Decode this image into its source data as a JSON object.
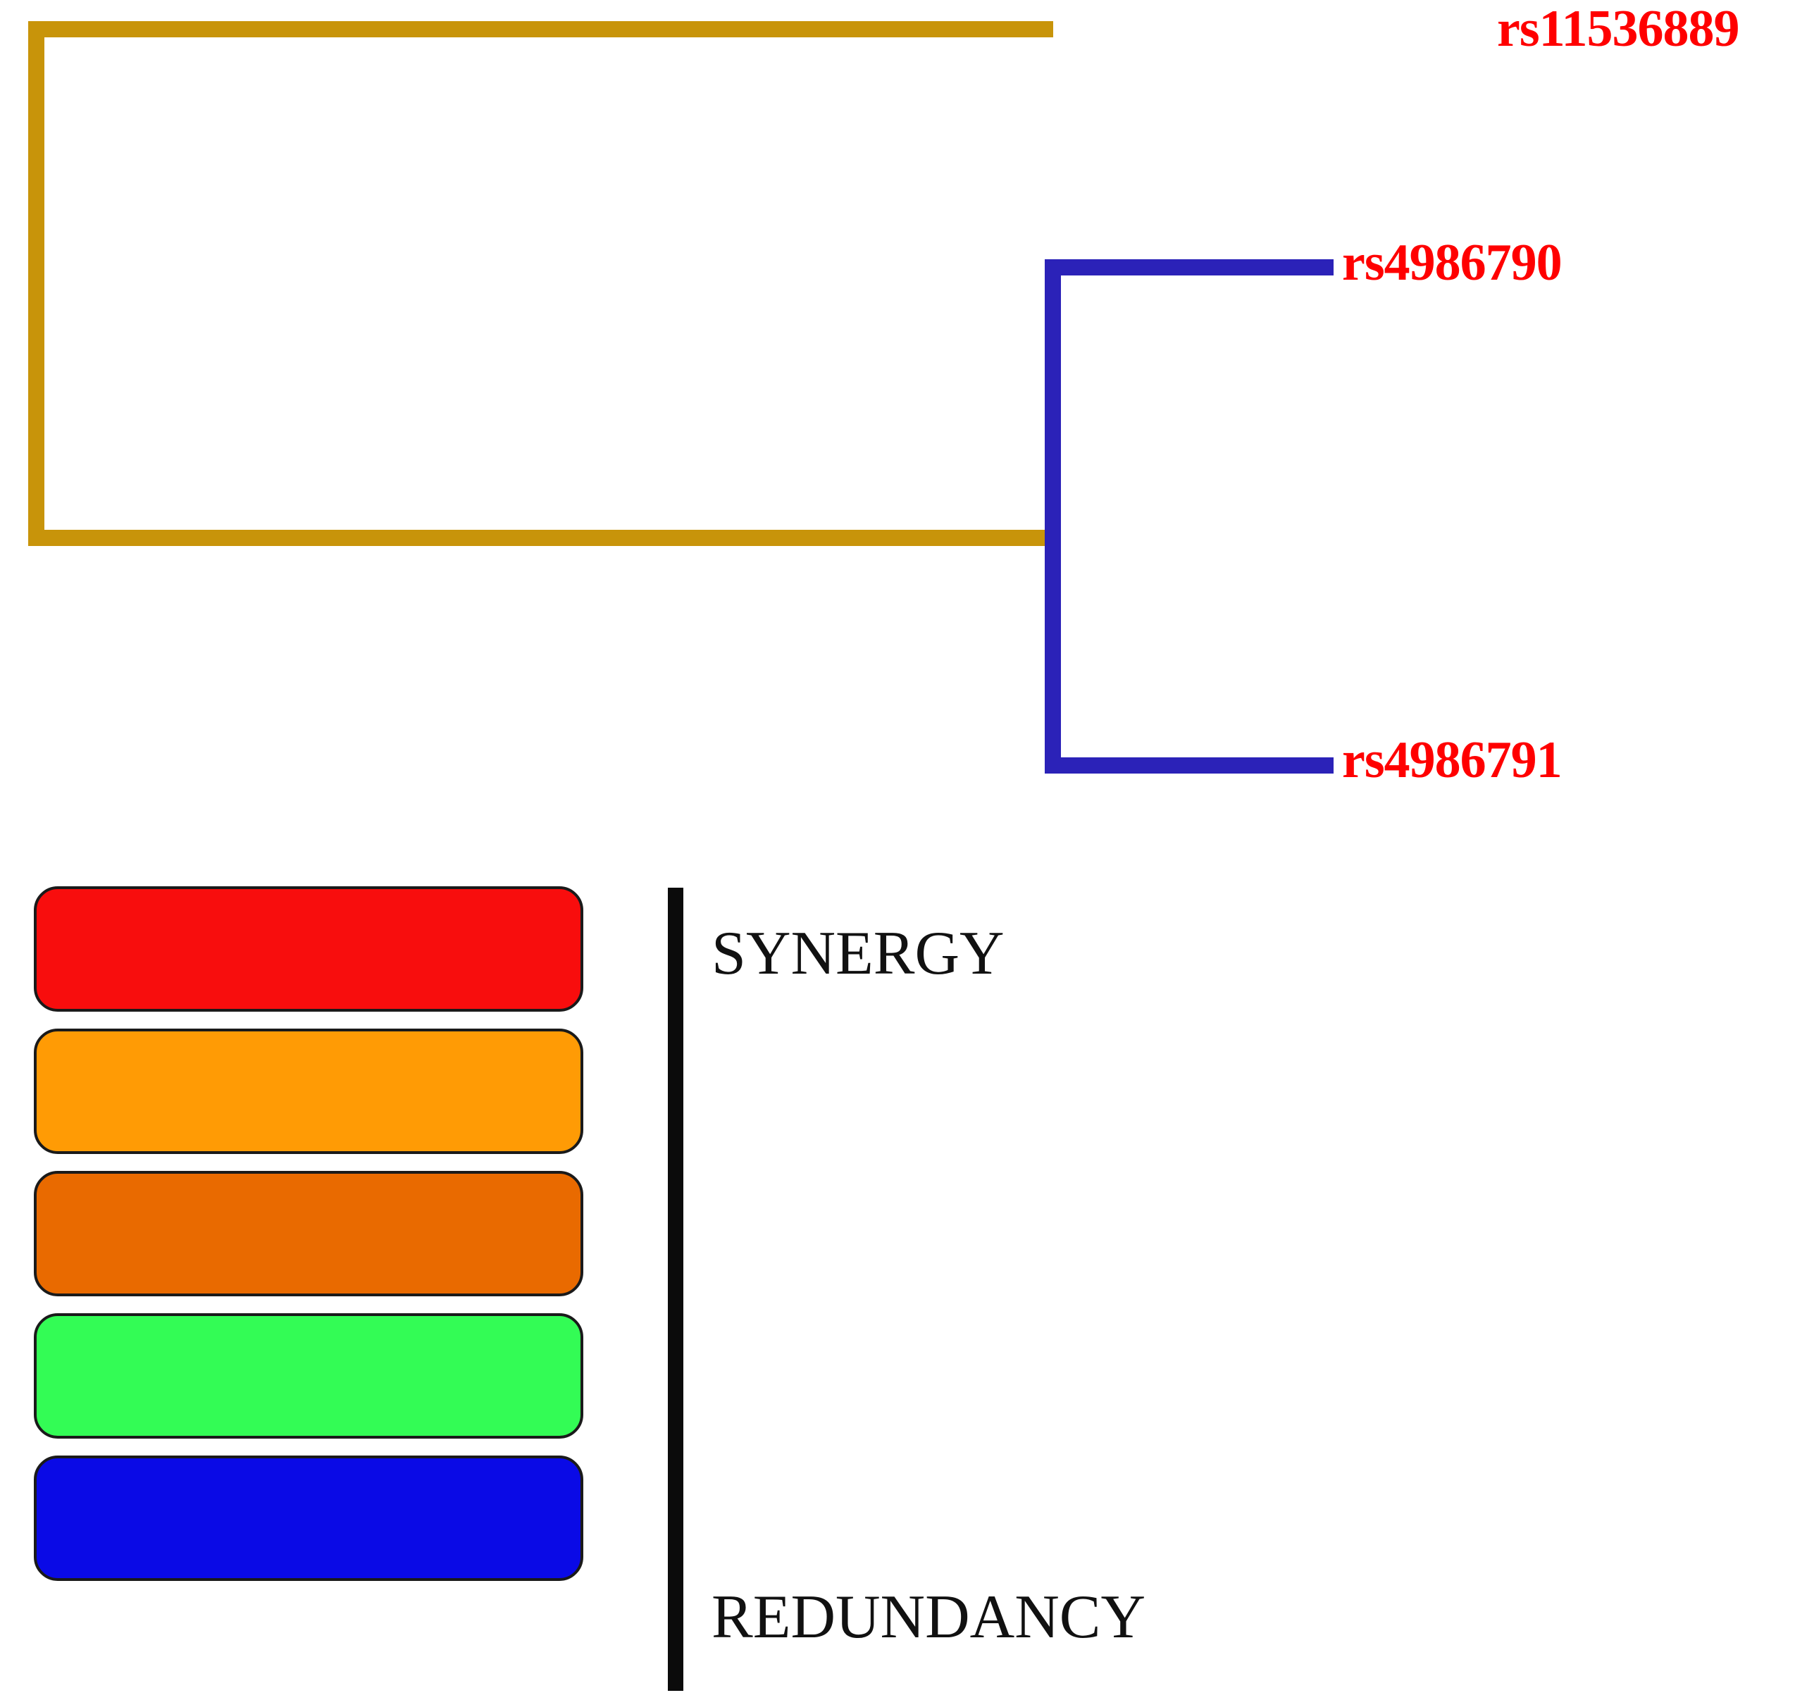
{
  "figure": {
    "type": "dendrogram-with-legend",
    "background": "#ffffff"
  },
  "chart_data": {
    "type": "dendrogram",
    "title": "",
    "leaves": [
      {
        "label": "rs11536889",
        "order": 0,
        "color": "#ff0000",
        "branch_color": "#c8940a"
      },
      {
        "label": "rs4986790",
        "order": 1,
        "color": "#ff0000",
        "branch_color": "#2b22b8"
      },
      {
        "label": "rs4986791",
        "order": 2,
        "color": "#ff0000",
        "branch_color": "#2b22b8"
      }
    ],
    "merges": [
      {
        "id": "n1",
        "children": [
          "rs4986790",
          "rs4986791"
        ],
        "color": "#2b22b8",
        "height": 0.38
      },
      {
        "id": "n0",
        "children": [
          "rs11536889",
          "n1"
        ],
        "color": "#c8940a",
        "height": 1.0
      }
    ],
    "orientation": "horizontal-right-leaves",
    "axis": false,
    "grid": false,
    "legend_position": "bottom-left"
  },
  "dendrogram": {
    "branch_colors": {
      "outer": "#c8940a",
      "inner": "#2b22b8"
    },
    "leaf_label_color": "#ff0000",
    "labels": {
      "top": "rs11536889",
      "middle": "rs4986790",
      "bottom": "rs4986791"
    }
  },
  "legend": {
    "axis_color": "#0b0b0b",
    "top_caption": "SYNERGY",
    "bottom_caption": "REDUNDANCY",
    "swatches": [
      {
        "name": "red",
        "color": "#f80d0d",
        "rank": 1
      },
      {
        "name": "orange",
        "color": "#ff9b05",
        "rank": 2
      },
      {
        "name": "darkorange",
        "color": "#e96a00",
        "rank": 3
      },
      {
        "name": "green",
        "color": "#33fc55",
        "rank": 4
      },
      {
        "name": "blue",
        "color": "#0a0ae6",
        "rank": 5
      }
    ]
  }
}
